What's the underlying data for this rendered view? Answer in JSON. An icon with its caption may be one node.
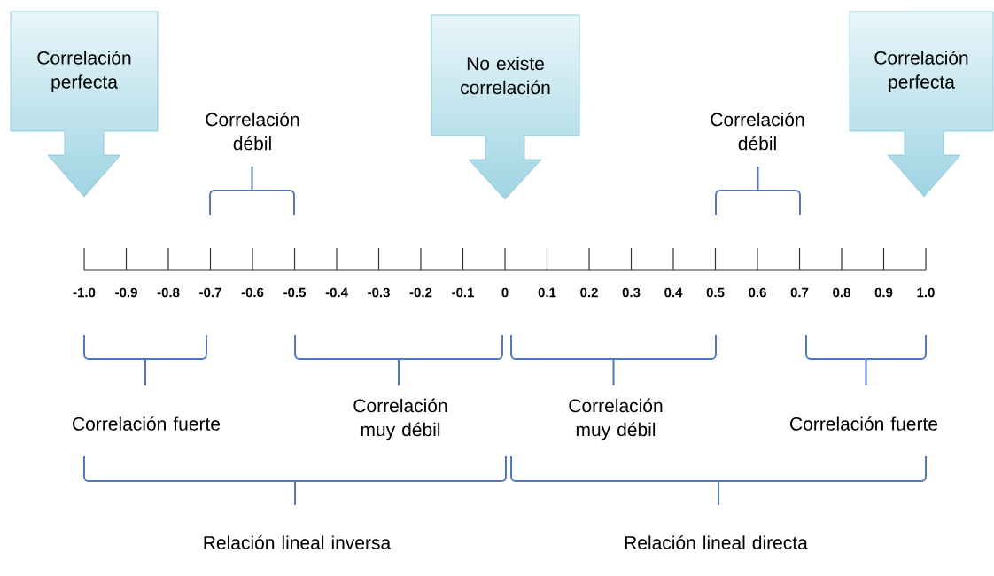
{
  "diagram": {
    "nodes": [
      {
        "text": [
          "Correlación perfecta"
        ]
      },
      {
        "text": [
          "No existe correlación"
        ]
      },
      {
        "text": [
          "Correlación perfecta"
        ]
      }
    ],
    "labels": [
      "Correlación débil",
      "Correlación débil",
      "-1.0",
      "-0.9",
      "-0.8",
      "-0.7",
      "-0.6",
      "-0.5",
      "-0.4",
      "-0.3",
      "-0.2",
      "-0.1",
      "0",
      "0.1",
      "0.2",
      "0.3",
      "0.4",
      "0.5",
      "0.6",
      "0.7",
      "0.8",
      "0.9",
      "1.0",
      "Correlación fuerte",
      "Correlación muy débil",
      "Correlación muy débil",
      "Correlación fuerte",
      "Relación lineal inversa",
      "Relación lineal directa"
    ]
  }
}
